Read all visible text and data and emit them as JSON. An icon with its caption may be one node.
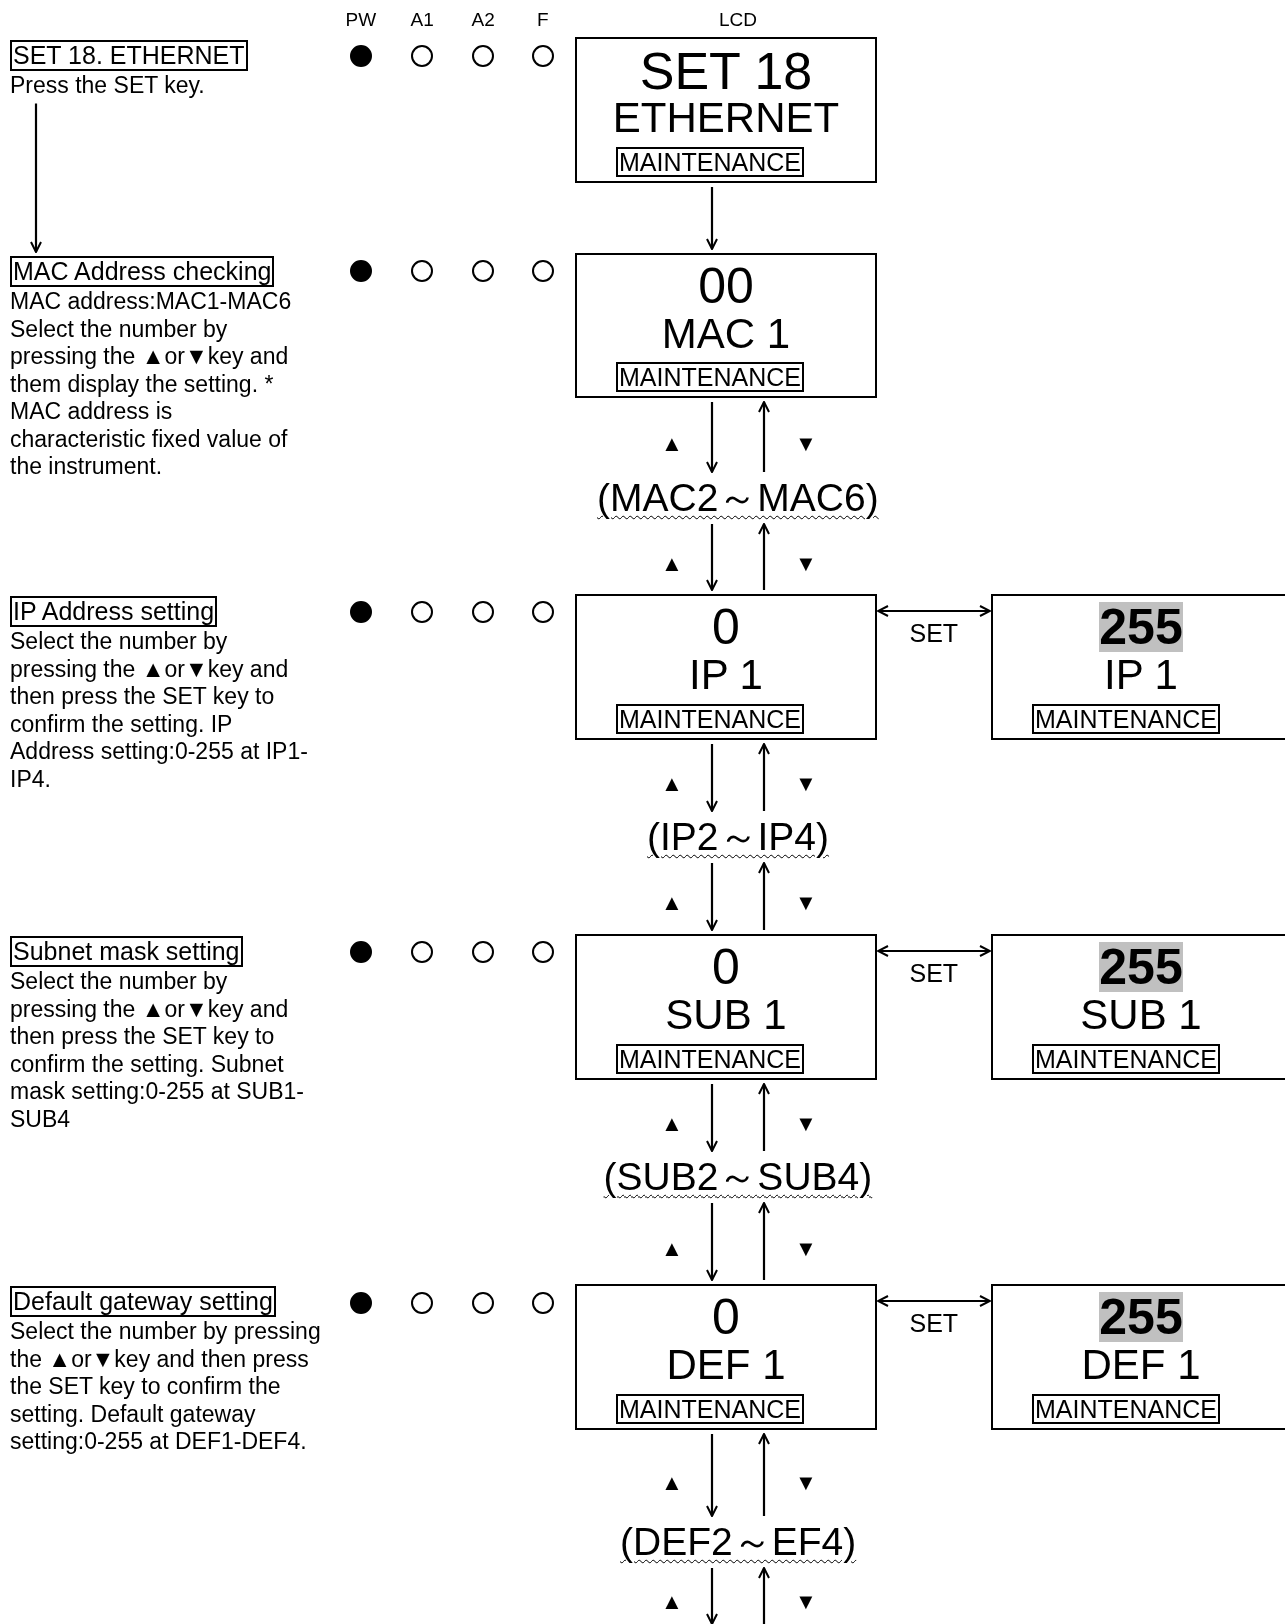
{
  "diagram": {
    "nodes": [
      {
        "text": [
          "SET 18. ETHERNET",
          "Press the SET key."
        ]
      },
      {
        "text": [
          "SET 18",
          "ETHERNET"
        ]
      },
      {
        "text": [
          "MAINTENANCE"
        ],
        "in": 1
      },
      {
        "text": [
          "MAC Address checking",
          "MAC address:MAC1-MAC6 Select the number by pressing the  ▲or▼key and them display the setting. * MAC address is characteristic fixed value of the instrument."
        ]
      },
      {
        "text": [
          "00",
          "MAC 1"
        ]
      },
      {
        "text": [
          "MAINTENANCE"
        ],
        "in": 4
      },
      {
        "text": [
          "(MAC2～MAC6)"
        ]
      },
      {
        "text": [
          "IP Address setting",
          "Select the number by pressing the ▲or▼key and then press the SET key to confirm the setting. IP Address setting:0-255 at IP1-IP4."
        ]
      },
      {
        "text": [
          "0",
          "IP 1"
        ]
      },
      {
        "text": [
          "MAINTENANCE"
        ],
        "in": 8
      },
      {
        "text": [
          "255",
          "IP 1"
        ]
      },
      {
        "text": [
          "MAINTENANCE"
        ],
        "in": 10
      },
      {
        "text": [
          "(IP2～IP4)"
        ]
      },
      {
        "text": [
          "Subnet mask setting",
          "Select the number by pressing the ▲or▼key and then press the SET key to confirm the setting. Subnet mask setting:0-255 at SUB1-SUB4"
        ]
      },
      {
        "text": [
          "0",
          "SUB 1"
        ]
      },
      {
        "text": [
          "MAINTENANCE"
        ],
        "in": 14
      },
      {
        "text": [
          "255",
          "SUB 1"
        ]
      },
      {
        "text": [
          "MAINTENANCE"
        ],
        "in": 16
      },
      {
        "text": [
          "(SUB2～SUB4)"
        ]
      },
      {
        "text": [
          "Default gateway setting",
          "Select the number by pressing the ▲or▼key and then press the SET key to confirm the setting. Default gateway setting:0-255 at DEF1-DEF4."
        ]
      },
      {
        "text": [
          "0",
          "DEF 1"
        ]
      },
      {
        "text": [
          "MAINTENANCE"
        ],
        "in": 20
      },
      {
        "text": [
          "255",
          "DEF 1"
        ]
      },
      {
        "text": [
          "MAINTENANCE"
        ],
        "in": 22
      },
      {
        "text": [
          "(DEF2～EF4)"
        ]
      }
    ],
    "edges": [
      {
        "from": 0,
        "to": 3,
        "arrow": "to"
      },
      {
        "from": 1,
        "to": 4,
        "arrow": "to"
      },
      {
        "from": 4,
        "to": 6,
        "arrow": "to",
        "label": "▲"
      },
      {
        "from": 6,
        "to": 4,
        "arrow": "to",
        "label": "▼"
      },
      {
        "from": 6,
        "to": 8,
        "arrow": "to",
        "label": "▲"
      },
      {
        "from": 8,
        "to": 6,
        "arrow": "to",
        "label": "▼"
      },
      {
        "from": 8,
        "to": 10,
        "arrow": "both",
        "label": "SET"
      },
      {
        "from": 8,
        "to": 12,
        "arrow": "to",
        "label": "▲"
      },
      {
        "from": 12,
        "to": 8,
        "arrow": "to",
        "label": "▼"
      },
      {
        "from": 12,
        "to": 14,
        "arrow": "to",
        "label": "▲"
      },
      {
        "from": 14,
        "to": 12,
        "arrow": "to",
        "label": "▼"
      },
      {
        "from": 14,
        "to": 16,
        "arrow": "both",
        "label": "SET"
      },
      {
        "from": 14,
        "to": 18,
        "arrow": "to",
        "label": "▲"
      },
      {
        "from": 18,
        "to": 14,
        "arrow": "to",
        "label": "▼"
      },
      {
        "from": 18,
        "to": 20,
        "arrow": "to",
        "label": "▲"
      },
      {
        "from": 20,
        "to": 18,
        "arrow": "to",
        "label": "▼"
      },
      {
        "from": 20,
        "to": 22,
        "arrow": "both",
        "label": "SET"
      },
      {
        "from": 20,
        "to": 24,
        "arrow": "to",
        "label": "▲"
      },
      {
        "from": 24,
        "to": 20,
        "arrow": "to",
        "label": "▼"
      },
      {
        "from": 24,
        "to": null,
        "arrow": "to",
        "label": "▲"
      },
      {
        "from": null,
        "to": 24,
        "arrow": "to",
        "label": "▼"
      }
    ],
    "labels": [
      "PW",
      "A1",
      "A2",
      "F",
      "LCD"
    ]
  }
}
